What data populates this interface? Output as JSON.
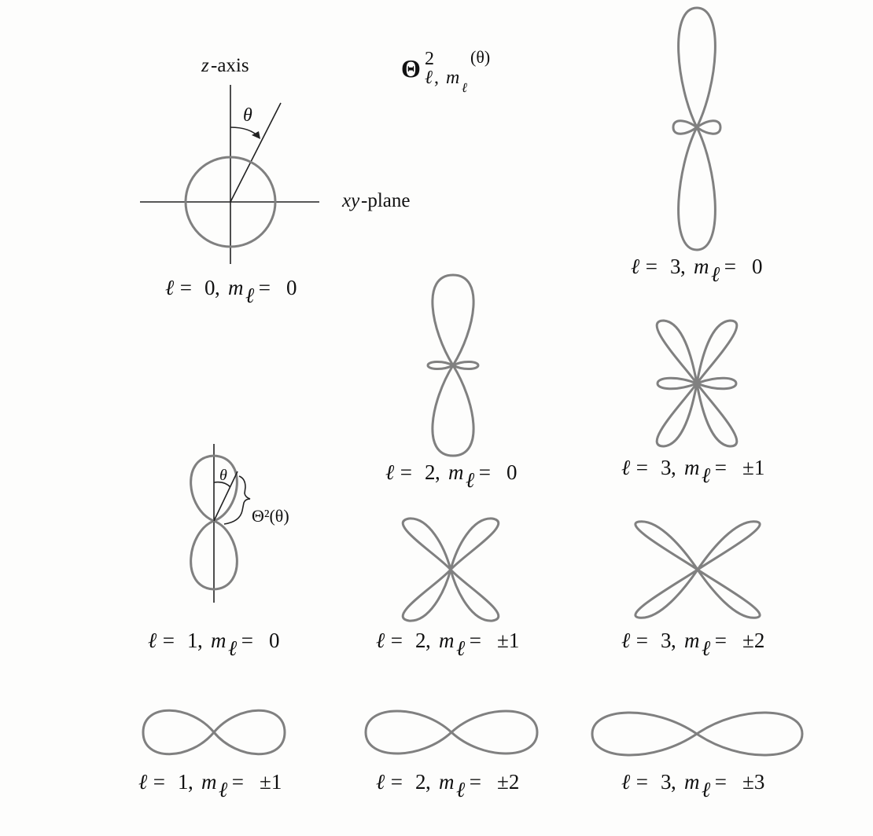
{
  "title": {
    "symbol": "Θ",
    "superscript": "2",
    "subscript_l": "ℓ",
    "subscript_sep": ", ",
    "subscript_m": "m",
    "subscript_m_sub": "ℓ",
    "argument": "(θ)"
  },
  "axes_labels": {
    "z_axis_italic": "z",
    "z_axis_rest": "-axis",
    "xy_plane_italic": "xy",
    "xy_plane_rest": "-plane",
    "theta": "θ",
    "theta_small": "θ",
    "theta_squared": "Θ²(θ)"
  },
  "captions": {
    "l0m0": {
      "l": "0",
      "m": "0"
    },
    "l1m0": {
      "l": "1",
      "m": "0"
    },
    "l1m1": {
      "l": "1",
      "m": "±1"
    },
    "l2m0": {
      "l": "2",
      "m": "0"
    },
    "l2m1": {
      "l": "2",
      "m": "±1"
    },
    "l2m2": {
      "l": "2",
      "m": "±2"
    },
    "l3m0": {
      "l": "3",
      "m": "0"
    },
    "l3m1": {
      "l": "3",
      "m": "±1"
    },
    "l3m2": {
      "l": "3",
      "m": "±2"
    },
    "l3m3": {
      "l": "3",
      "m": "±3"
    }
  },
  "caption_parts": {
    "ell": "ℓ",
    "eq": " = ",
    "comma": ", ",
    "m": "m",
    "m_sub": "ℓ"
  },
  "colors": {
    "lobe_stroke": "#808080",
    "axis_stroke": "#222222",
    "background": "#fdfdfc"
  }
}
